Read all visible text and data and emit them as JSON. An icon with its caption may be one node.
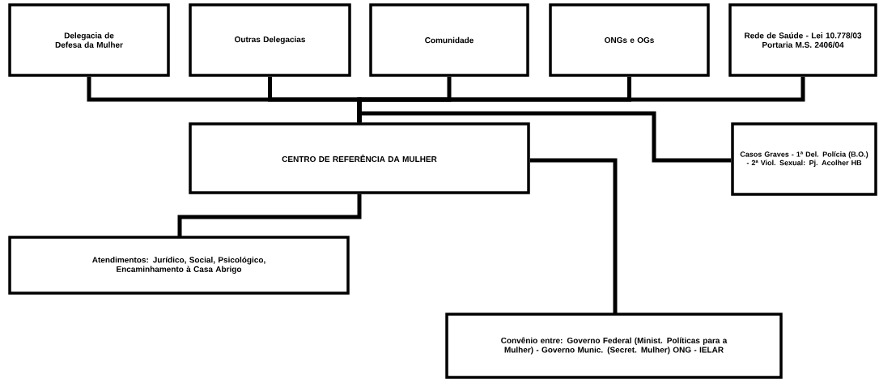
{
  "diagram": {
    "nodes": [
      {
        "text": [
          "Delegacia de Defesa da Mulher"
        ]
      },
      {
        "text": [
          "Outras Delegacias"
        ]
      },
      {
        "text": [
          "Comunidade"
        ]
      },
      {
        "text": [
          "ONGs e OGs"
        ]
      },
      {
        "text": [
          "Rede de Saúde - Lei 10.778/03 Portaria M.S. 2406/04"
        ]
      },
      {
        "text": [
          "CENTRO DE REFERÊNCIA DA MULHER"
        ]
      },
      {
        "text": [
          "Casos Graves - 1ª Del. Polícia (B.O.) - 2ª Viol. Sexual: Pj. Acolher HB"
        ]
      },
      {
        "text": [
          "Atendimentos: Jurídico, Social, Psicológico, Encaminhamento à Casa Abrigo"
        ]
      },
      {
        "text": [
          "Convênio entre: Governo Federal (Minist. Políticas para a Mulher) - Governo Munic. (Secret. Mulher) ONG - IELAR"
        ]
      }
    ],
    "edges": [
      {
        "from": 0,
        "to": 5,
        "arrow": "none"
      },
      {
        "from": 1,
        "to": 5,
        "arrow": "none"
      },
      {
        "from": 2,
        "to": 5,
        "arrow": "none"
      },
      {
        "from": 3,
        "to": 5,
        "arrow": "none"
      },
      {
        "from": 4,
        "to": 5,
        "arrow": "none"
      },
      {
        "from": 5,
        "to": 6,
        "arrow": "none"
      },
      {
        "from": 5,
        "to": 7,
        "arrow": "none"
      },
      {
        "from": 5,
        "to": 8,
        "arrow": "none"
      }
    ]
  }
}
